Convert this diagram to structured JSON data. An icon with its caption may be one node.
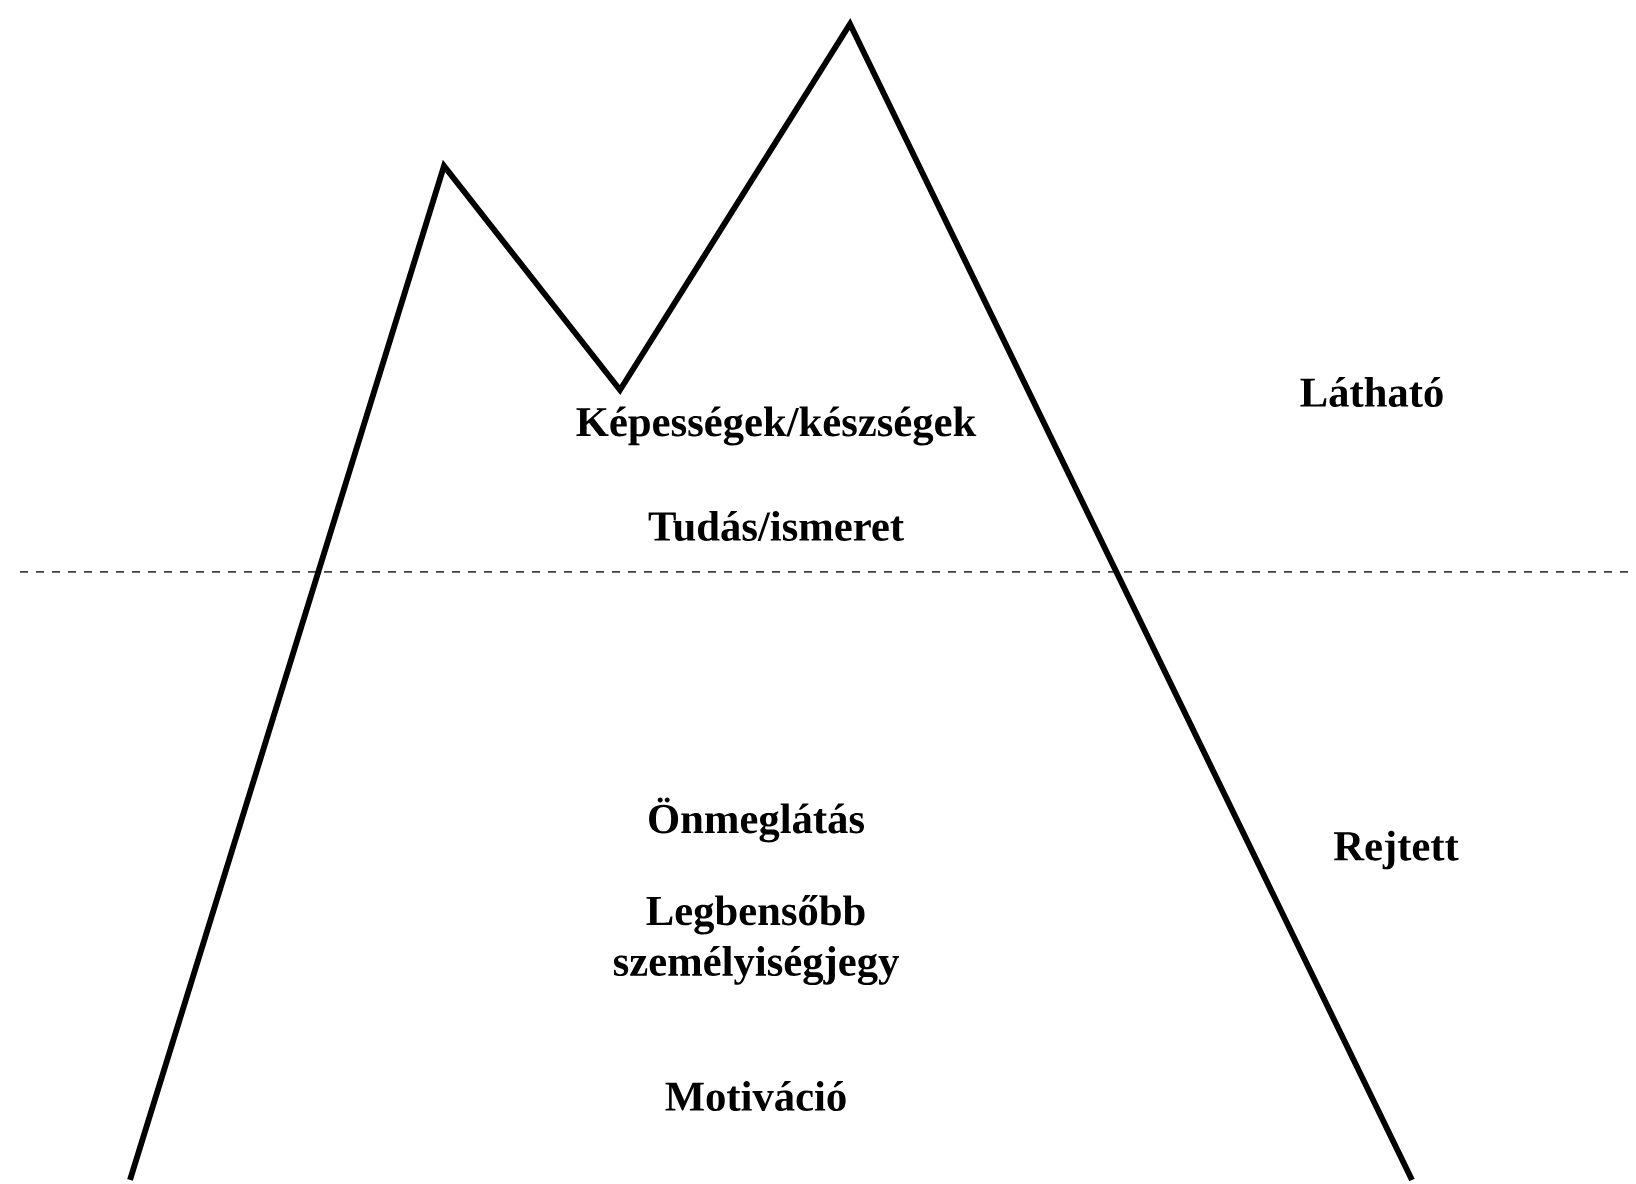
{
  "diagram": {
    "nodes": [
      {
        "text": [
          "Képességek/készségek",
          "Tudás/ismeret",
          "Önmeglátás",
          "Legbensőbb személyiségjegy",
          "Motiváció"
        ]
      }
    ],
    "labels": [
      "Látható",
      "Rejtett"
    ]
  }
}
